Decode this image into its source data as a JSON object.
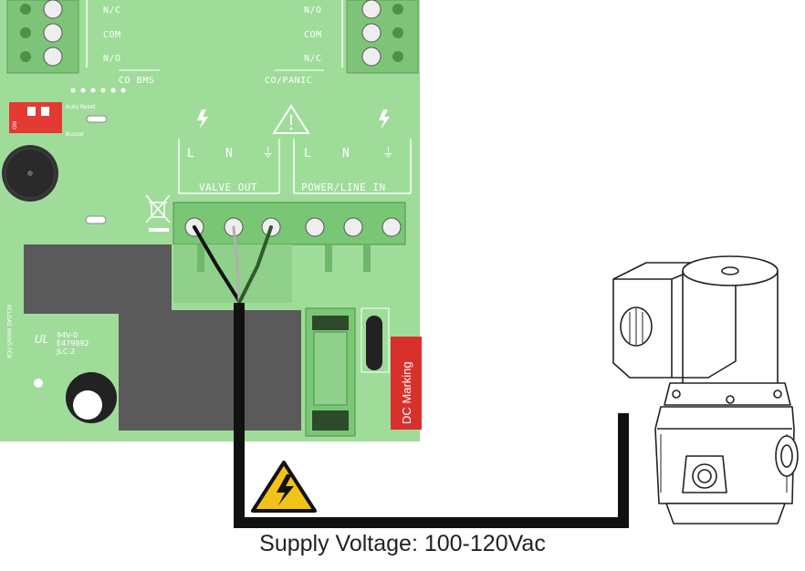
{
  "caption": "Supply Voltage: 100-120Vac",
  "colors": {
    "pcb": "#9fdc9a",
    "pcb_dark": "#7ec478",
    "terminal_block": "#79c774",
    "relay": "#5a5a5a",
    "cable": "#111111",
    "marking_red": "#d9302c",
    "warning_yellow": "#f2c218"
  },
  "board": {
    "left_top_relay_labels": [
      "N/C",
      "COM",
      "N/O"
    ],
    "right_top_relay_labels": [
      "N/O",
      "COM",
      "N/C"
    ],
    "co_bms": "CO BMS",
    "co_panic": "CO/PANIC",
    "auto_reset": "Auto Reset",
    "buzzer": "Buzzer",
    "dip_on": "ON",
    "valve_out_terminals": [
      "L",
      "N",
      "⏚"
    ],
    "power_terminals": [
      "L",
      "N",
      "⏚"
    ],
    "valve_out": "VALVE OUT",
    "power_line_in": "POWER/LINE IN",
    "cert_1": "94V-0",
    "cert_2": "E479892",
    "cert_3": "JLC-2",
    "dc_marking": "DC Marking"
  },
  "icons": [
    "warning-triangle-icon",
    "lightning-icon",
    "weee-bin-icon",
    "ul-mark-icon",
    "high-voltage-warning-icon",
    "solenoid-valve-icon",
    "buzzer-icon",
    "fuse-icon"
  ]
}
